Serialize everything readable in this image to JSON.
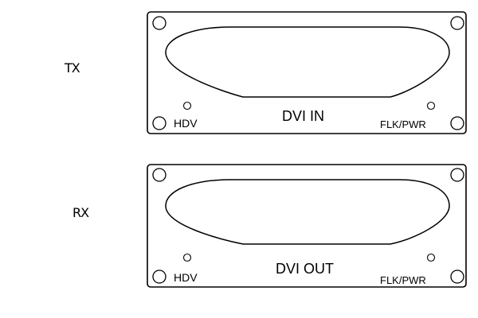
{
  "tx": {
    "side_label": "TX",
    "connector_label": "DVI IN",
    "left_indicator_label": "HDV",
    "right_indicator_label": "FLK/PWR"
  },
  "rx": {
    "side_label": "RX",
    "connector_label": "DVI OUT",
    "left_indicator_label": "HDV",
    "right_indicator_label": "FLK/PWR"
  },
  "colors": {
    "stroke": "#000000",
    "background": "#ffffff"
  }
}
